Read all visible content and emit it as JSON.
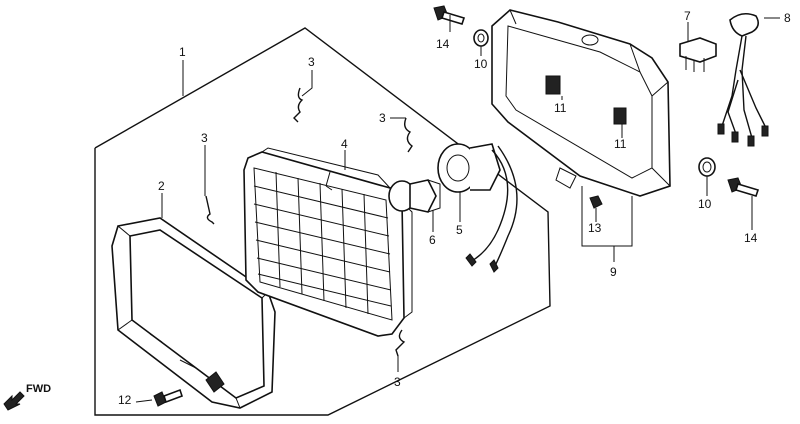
{
  "labels": {
    "p1": "1",
    "p2": "2",
    "p3a": "3",
    "p3b": "3",
    "p3c": "3",
    "p3d": "3",
    "p4": "4",
    "p5": "5",
    "p6": "6",
    "p7": "7",
    "p8": "8",
    "p9": "9",
    "p10a": "10",
    "p10b": "10",
    "p11a": "11",
    "p11b": "11",
    "p12": "12",
    "p13": "13",
    "p14a": "14",
    "p14b": "14"
  },
  "fwd": "FWD"
}
